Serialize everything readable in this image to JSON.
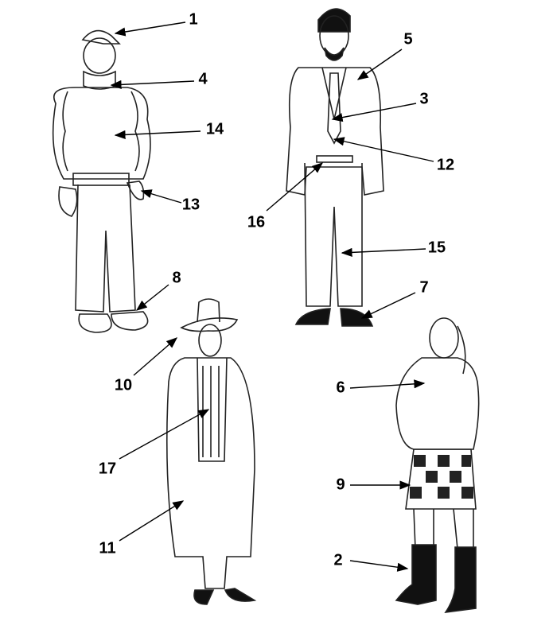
{
  "labels": [
    "1",
    "4",
    "14",
    "13",
    "8",
    "5",
    "3",
    "12",
    "16",
    "15",
    "7",
    "10",
    "17",
    "11",
    "6",
    "9",
    "2"
  ],
  "colors": {
    "ink": "#000000",
    "background": "#ffffff"
  }
}
